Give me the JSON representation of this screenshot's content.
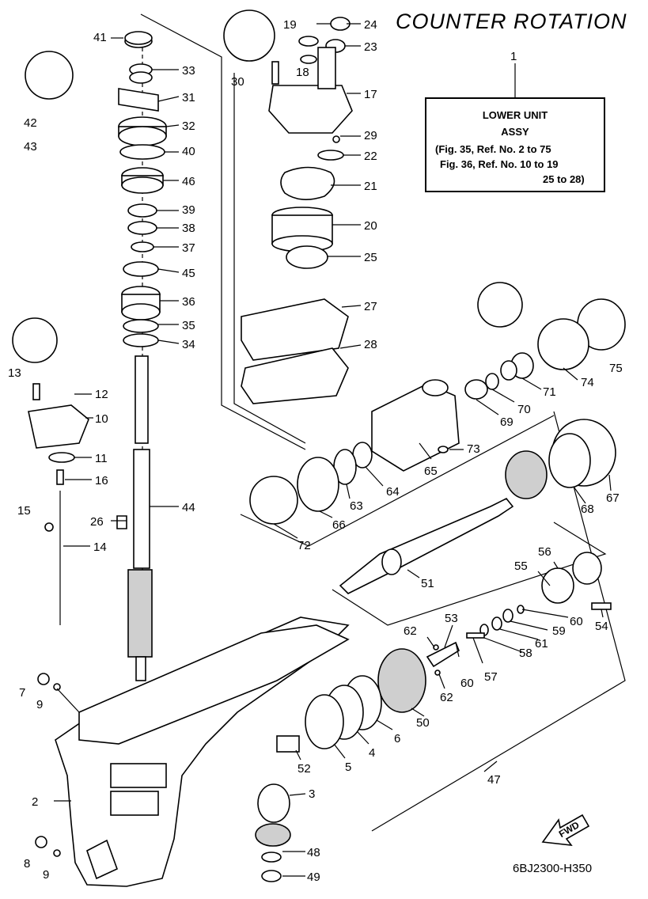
{
  "title": "COUNTER ROTATION",
  "diagram_code": "6BJ2300-H350",
  "fwd_label": "FWD",
  "info_box": {
    "callout": "1",
    "lines": [
      "LOWER UNIT",
      "ASSY",
      "(Fig. 35, Ref. No. 2 to 75",
      "Fig. 36, Ref. No. 10 to 19",
      "25 to 28)"
    ]
  },
  "labels": [
    {
      "id": "41",
      "text": "41"
    },
    {
      "id": "33",
      "text": "33"
    },
    {
      "id": "31",
      "text": "31"
    },
    {
      "id": "42",
      "text": "42"
    },
    {
      "id": "43",
      "text": "43"
    },
    {
      "id": "32",
      "text": "32"
    },
    {
      "id": "40",
      "text": "40"
    },
    {
      "id": "46",
      "text": "46"
    },
    {
      "id": "39",
      "text": "39"
    },
    {
      "id": "38",
      "text": "38"
    },
    {
      "id": "37",
      "text": "37"
    },
    {
      "id": "45",
      "text": "45"
    },
    {
      "id": "36",
      "text": "36"
    },
    {
      "id": "35",
      "text": "35"
    },
    {
      "id": "34",
      "text": "34"
    },
    {
      "id": "13",
      "text": "13"
    },
    {
      "id": "12",
      "text": "12"
    },
    {
      "id": "10",
      "text": "10"
    },
    {
      "id": "11",
      "text": "11"
    },
    {
      "id": "16",
      "text": "16"
    },
    {
      "id": "15",
      "text": "15"
    },
    {
      "id": "14",
      "text": "14"
    },
    {
      "id": "26",
      "text": "26"
    },
    {
      "id": "44",
      "text": "44"
    },
    {
      "id": "19",
      "text": "19"
    },
    {
      "id": "24",
      "text": "24"
    },
    {
      "id": "23",
      "text": "23"
    },
    {
      "id": "30",
      "text": "30"
    },
    {
      "id": "18",
      "text": "18"
    },
    {
      "id": "17",
      "text": "17"
    },
    {
      "id": "29",
      "text": "29"
    },
    {
      "id": "22",
      "text": "22"
    },
    {
      "id": "21",
      "text": "21"
    },
    {
      "id": "20",
      "text": "20"
    },
    {
      "id": "25",
      "text": "25"
    },
    {
      "id": "27",
      "text": "27"
    },
    {
      "id": "28",
      "text": "28"
    },
    {
      "id": "75",
      "text": "75"
    },
    {
      "id": "74",
      "text": "74"
    },
    {
      "id": "71",
      "text": "71"
    },
    {
      "id": "70",
      "text": "70"
    },
    {
      "id": "69",
      "text": "69"
    },
    {
      "id": "73",
      "text": "73"
    },
    {
      "id": "65",
      "text": "65"
    },
    {
      "id": "64",
      "text": "64"
    },
    {
      "id": "63",
      "text": "63"
    },
    {
      "id": "66",
      "text": "66"
    },
    {
      "id": "72",
      "text": "72"
    },
    {
      "id": "67",
      "text": "67"
    },
    {
      "id": "68",
      "text": "68"
    },
    {
      "id": "51",
      "text": "51"
    },
    {
      "id": "56",
      "text": "56"
    },
    {
      "id": "55",
      "text": "55"
    },
    {
      "id": "54",
      "text": "54"
    },
    {
      "id": "60a",
      "text": "60"
    },
    {
      "id": "59",
      "text": "59"
    },
    {
      "id": "61",
      "text": "61"
    },
    {
      "id": "58",
      "text": "58"
    },
    {
      "id": "57",
      "text": "57"
    },
    {
      "id": "60b",
      "text": "60"
    },
    {
      "id": "53",
      "text": "53"
    },
    {
      "id": "62a",
      "text": "62"
    },
    {
      "id": "62b",
      "text": "62"
    },
    {
      "id": "50",
      "text": "50"
    },
    {
      "id": "6",
      "text": "6"
    },
    {
      "id": "4",
      "text": "4"
    },
    {
      "id": "5",
      "text": "5"
    },
    {
      "id": "52",
      "text": "52"
    },
    {
      "id": "3",
      "text": "3"
    },
    {
      "id": "47",
      "text": "47"
    },
    {
      "id": "48",
      "text": "48"
    },
    {
      "id": "49",
      "text": "49"
    },
    {
      "id": "7",
      "text": "7"
    },
    {
      "id": "9a",
      "text": "9"
    },
    {
      "id": "2",
      "text": "2"
    },
    {
      "id": "8",
      "text": "8"
    },
    {
      "id": "9b",
      "text": "9"
    }
  ]
}
